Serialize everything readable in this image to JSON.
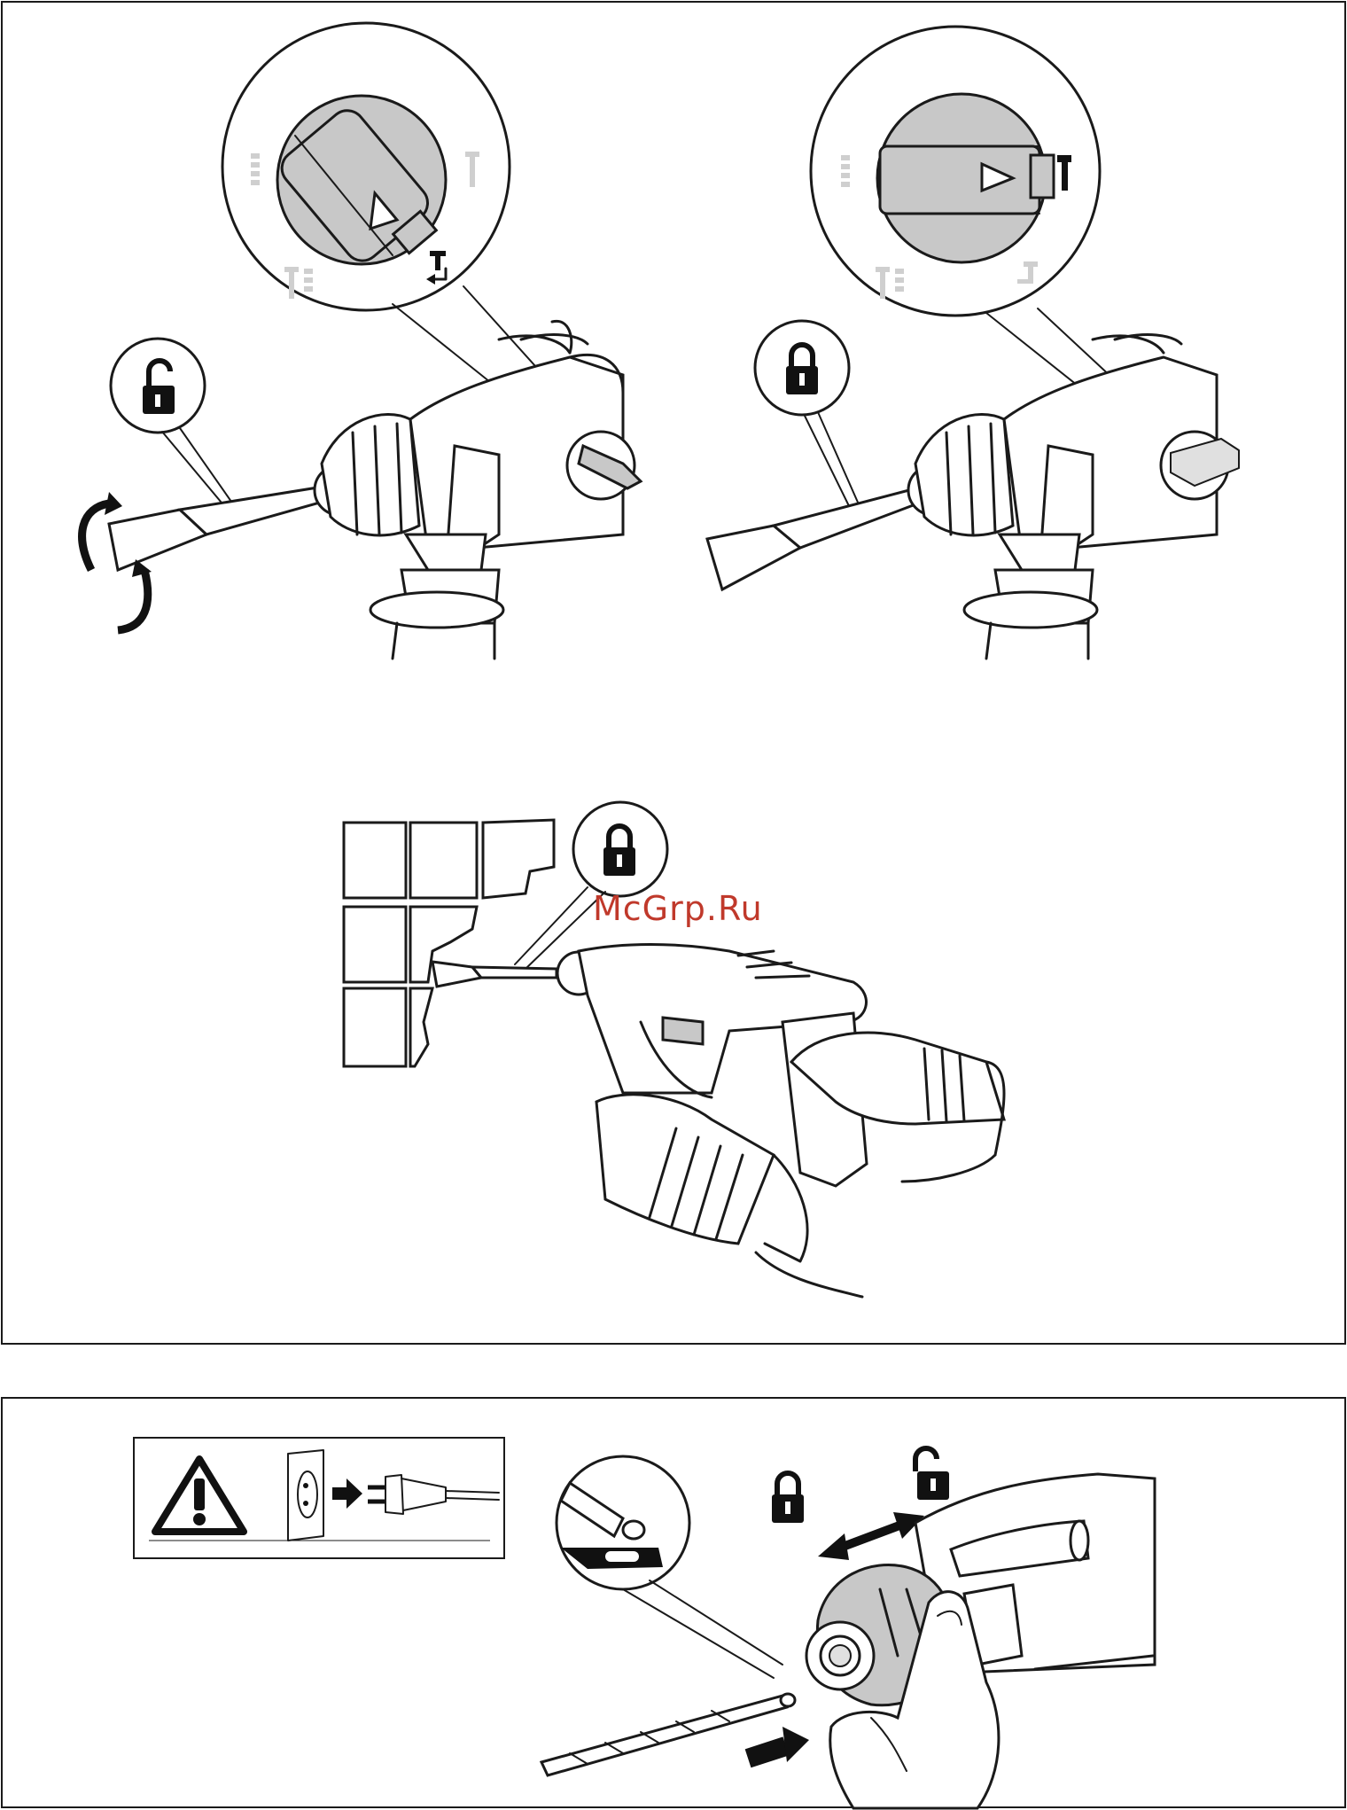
{
  "watermark": {
    "text": "McGrp.Ru",
    "color": "#c0392b"
  },
  "figures": [
    {
      "id": "figure-unlock-rotate",
      "icon": "unlock-icon",
      "mode": "hammer-drill"
    },
    {
      "id": "figure-lock-chisel",
      "icon": "lock-icon",
      "mode": "chisel"
    },
    {
      "id": "figure-chiseling-tiles",
      "icon": "lock-icon"
    },
    {
      "id": "figure-warning-unplug",
      "icons": [
        "warning-icon",
        "socket-icon",
        "arrow-icon",
        "plug-icon"
      ]
    },
    {
      "id": "figure-insert-bit",
      "icons": [
        "lock-icon",
        "unlock-icon",
        "double-arrow-icon",
        "insert-arrow-icon"
      ]
    }
  ]
}
